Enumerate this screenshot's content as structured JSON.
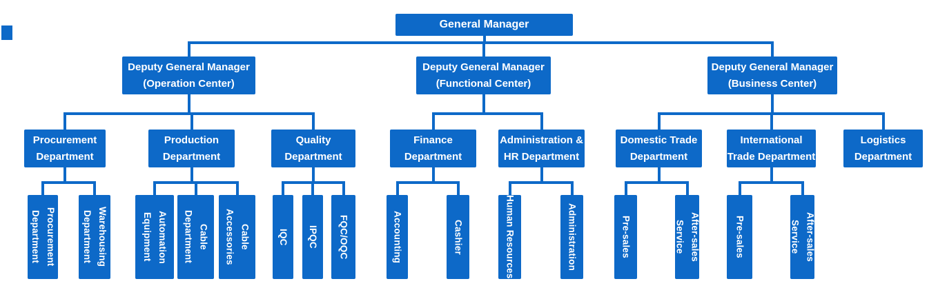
{
  "colors": {
    "node_fill": "#0d69c8",
    "connector": "#0d69c8",
    "label_text": "#ffffff",
    "background": "#ffffff"
  },
  "tree": {
    "id": "general-manager",
    "label": "General Manager",
    "children": [
      {
        "id": "dgm-operation",
        "label": "Deputy General Manager\n(Operation Center)",
        "children": [
          {
            "id": "procurement-dept",
            "label": "Procurement\nDepartment",
            "children": [
              {
                "id": "procurement-section",
                "label": "Procurement\nDepartment",
                "vertical": true
              },
              {
                "id": "warehousing-dept",
                "label": "Warehousing\nDepartment",
                "vertical": true
              }
            ]
          },
          {
            "id": "production-dept",
            "label": "Production\nDepartment",
            "children": [
              {
                "id": "automation-equipment",
                "label": "Automation\nEquipment",
                "vertical": true
              },
              {
                "id": "cable-department",
                "label": "Cable\nDepartment",
                "vertical": true
              },
              {
                "id": "cable-accessories",
                "label": "Cable\nAccessories",
                "vertical": true
              }
            ]
          },
          {
            "id": "quality-dept",
            "label": "Quality\nDepartment",
            "children": [
              {
                "id": "iqc",
                "label": "IQC",
                "vertical": true
              },
              {
                "id": "ipqc",
                "label": "IPQC",
                "vertical": true
              },
              {
                "id": "fqc-oqc",
                "label": "FQC/OQC",
                "vertical": true
              }
            ]
          }
        ]
      },
      {
        "id": "dgm-functional",
        "label": "Deputy General Manager\n(Functional Center)",
        "children": [
          {
            "id": "finance-dept",
            "label": "Finance\nDepartment",
            "children": [
              {
                "id": "accounting",
                "label": "Accounting",
                "vertical": true
              },
              {
                "id": "cashier",
                "label": "Cashier",
                "vertical": true
              }
            ]
          },
          {
            "id": "admin-hr-dept",
            "label": "Administration &\nHR Department",
            "children": [
              {
                "id": "human-resources",
                "label": "Human Resources",
                "vertical": true
              },
              {
                "id": "administration",
                "label": "Administration",
                "vertical": true
              }
            ]
          }
        ]
      },
      {
        "id": "dgm-business",
        "label": "Deputy General Manager\n(Business Center)",
        "children": [
          {
            "id": "domestic-trade-dept",
            "label": "Domestic Trade\nDepartment",
            "children": [
              {
                "id": "domestic-pre-sales",
                "label": "Pre-sales",
                "vertical": true
              },
              {
                "id": "domestic-after-sales",
                "label": "After-sales Service",
                "vertical": true
              }
            ]
          },
          {
            "id": "international-trade-dept",
            "label": "International\nTrade Department",
            "children": [
              {
                "id": "intl-pre-sales",
                "label": "Pre-sales",
                "vertical": true
              },
              {
                "id": "intl-after-sales",
                "label": "After-sales Service",
                "vertical": true
              }
            ]
          },
          {
            "id": "logistics-dept",
            "label": "Logistics\nDepartment",
            "children": []
          }
        ]
      }
    ]
  }
}
